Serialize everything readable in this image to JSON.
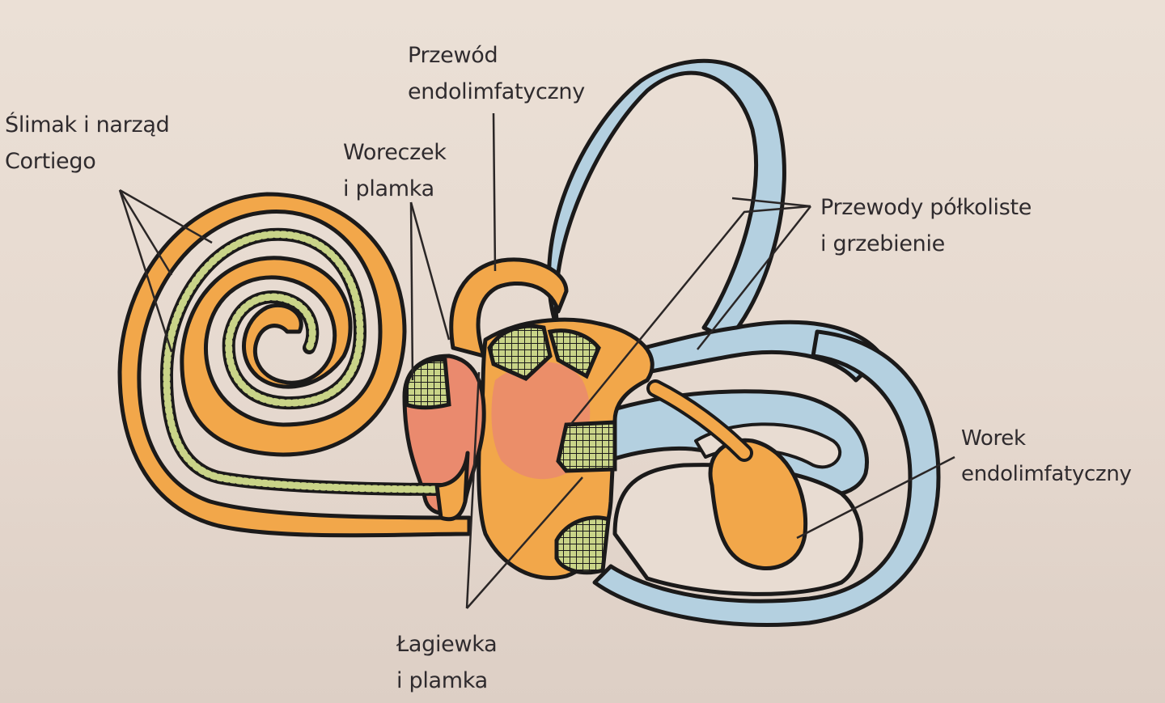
{
  "diagram": {
    "labels": {
      "cochlea": {
        "line1": "Ślimak i narząd",
        "line2": "Cortiego"
      },
      "endolymphatic_duct": {
        "line1": "Przewód",
        "line2": "endolimfatyczny"
      },
      "saccule": {
        "line1": "Woreczek",
        "line2": "i plamka"
      },
      "semicircular_canals": {
        "line1": "Przewody półkoliste",
        "line2": "i grzebienie"
      },
      "endolymphatic_sac": {
        "line1": "Worek",
        "line2": "endolimfatyczny"
      },
      "utricle": {
        "line1": "Łagiewka",
        "line2": "i plamka"
      }
    },
    "colors": {
      "background": "#e8dcd2",
      "orange": "#f2a74a",
      "blue": "#b4d0e0",
      "pink": "#ea8a6e",
      "macula": "#c9d488",
      "outline": "#1b1a1a",
      "text": "#2f2b2e"
    }
  }
}
